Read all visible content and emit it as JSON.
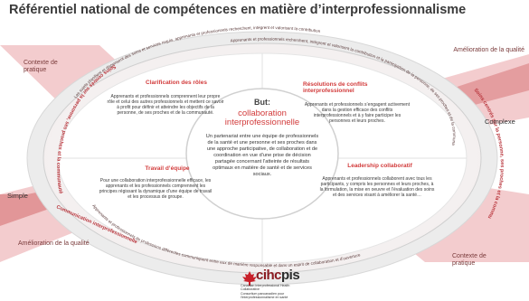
{
  "title": "Référentiel national de compétences en matière d’interprofessionnalisme",
  "corners": {
    "top_right": "Amélioration de la qualité",
    "top_left": "Contexte de pratique",
    "bottom_left": "Amélioration de la qualité",
    "bottom_right": "Contexte de pratique",
    "left": "Simple",
    "right": "Complexe"
  },
  "center": {
    "heading": "But:",
    "goal": "collaboration interprofessionnelle",
    "description": "Un partenariat entre une équipe de professionnels de la santé et une personne et ses proches dans une approche participative, de collaboration et de coordination en vue d’une prise de décision partagée concernant l’atteinte de résultats optimaux en matière de santé et de services sociaux."
  },
  "quadrants": {
    "top_left": {
      "title": "Clarification des rôles",
      "body": "Apprenants et professionnels comprennent leur propre rôle et celui des autres professionnels et mettent ce savoir à profit pour définir et atteindre les objectifs de la personne, de ses proches et de la communauté."
    },
    "top_right": {
      "title": "Résolutions de conflits interprofessionnel",
      "body": "Apprenants et professionnels s’engagent activement dans la gestion efficace des conflits interprofessionnels et à y faire participer les personnes et leurs proches."
    },
    "bottom_left": {
      "title": "Travail d’équipe",
      "body": "Pour une collaboration interprofessionnelle efficace, les apprenants et les professionnels comprennent les principes régissant la dynamique d’une équipe de travail et les processus de groupe."
    },
    "bottom_right": {
      "title": "Leadership collaboratif",
      "body": "Apprenants et professionnels collaborent avec tous les participants, y compris les personnes et leurs proches, à la formulation, la mise en oeuvre et l’évaluation des soins et des services visant à améliorer la santé…"
    }
  },
  "ring": {
    "top": "Apprenants et professionnels recherchent, intègrent et valorisent la contribution et la participation de la personne, de ses proches et de la communauté",
    "top_outer": "Les sujets planifient et dispensent des soins et services requis, apprenants et professionnels recherchent, intègrent et valorisent la contribution",
    "left_red": "Soins centrés sur la personne, ses proches et la communauté",
    "bottom_red": "Communication interprofessionnelle",
    "bottom": "Apprenants et professionnels de professions différentes communiquent entre eux de manière responsable et dans un esprit de collaboration et d’ouverture",
    "right_red": "Soins centrés sur la personne, ses proches et la communauté"
  },
  "logo": {
    "word_left": "cihc",
    "word_right": "pis",
    "line1": "Canadian Interprofessional Health Collaborative",
    "line2": "Consortium pancanadien pour l’interprofessionnalisme en santé"
  },
  "colors": {
    "accent_red": "#d23b3b",
    "band_pink": "#e8a8a8",
    "ring_grey": "#d9d9d9",
    "logo_red": "#8a1a20"
  }
}
